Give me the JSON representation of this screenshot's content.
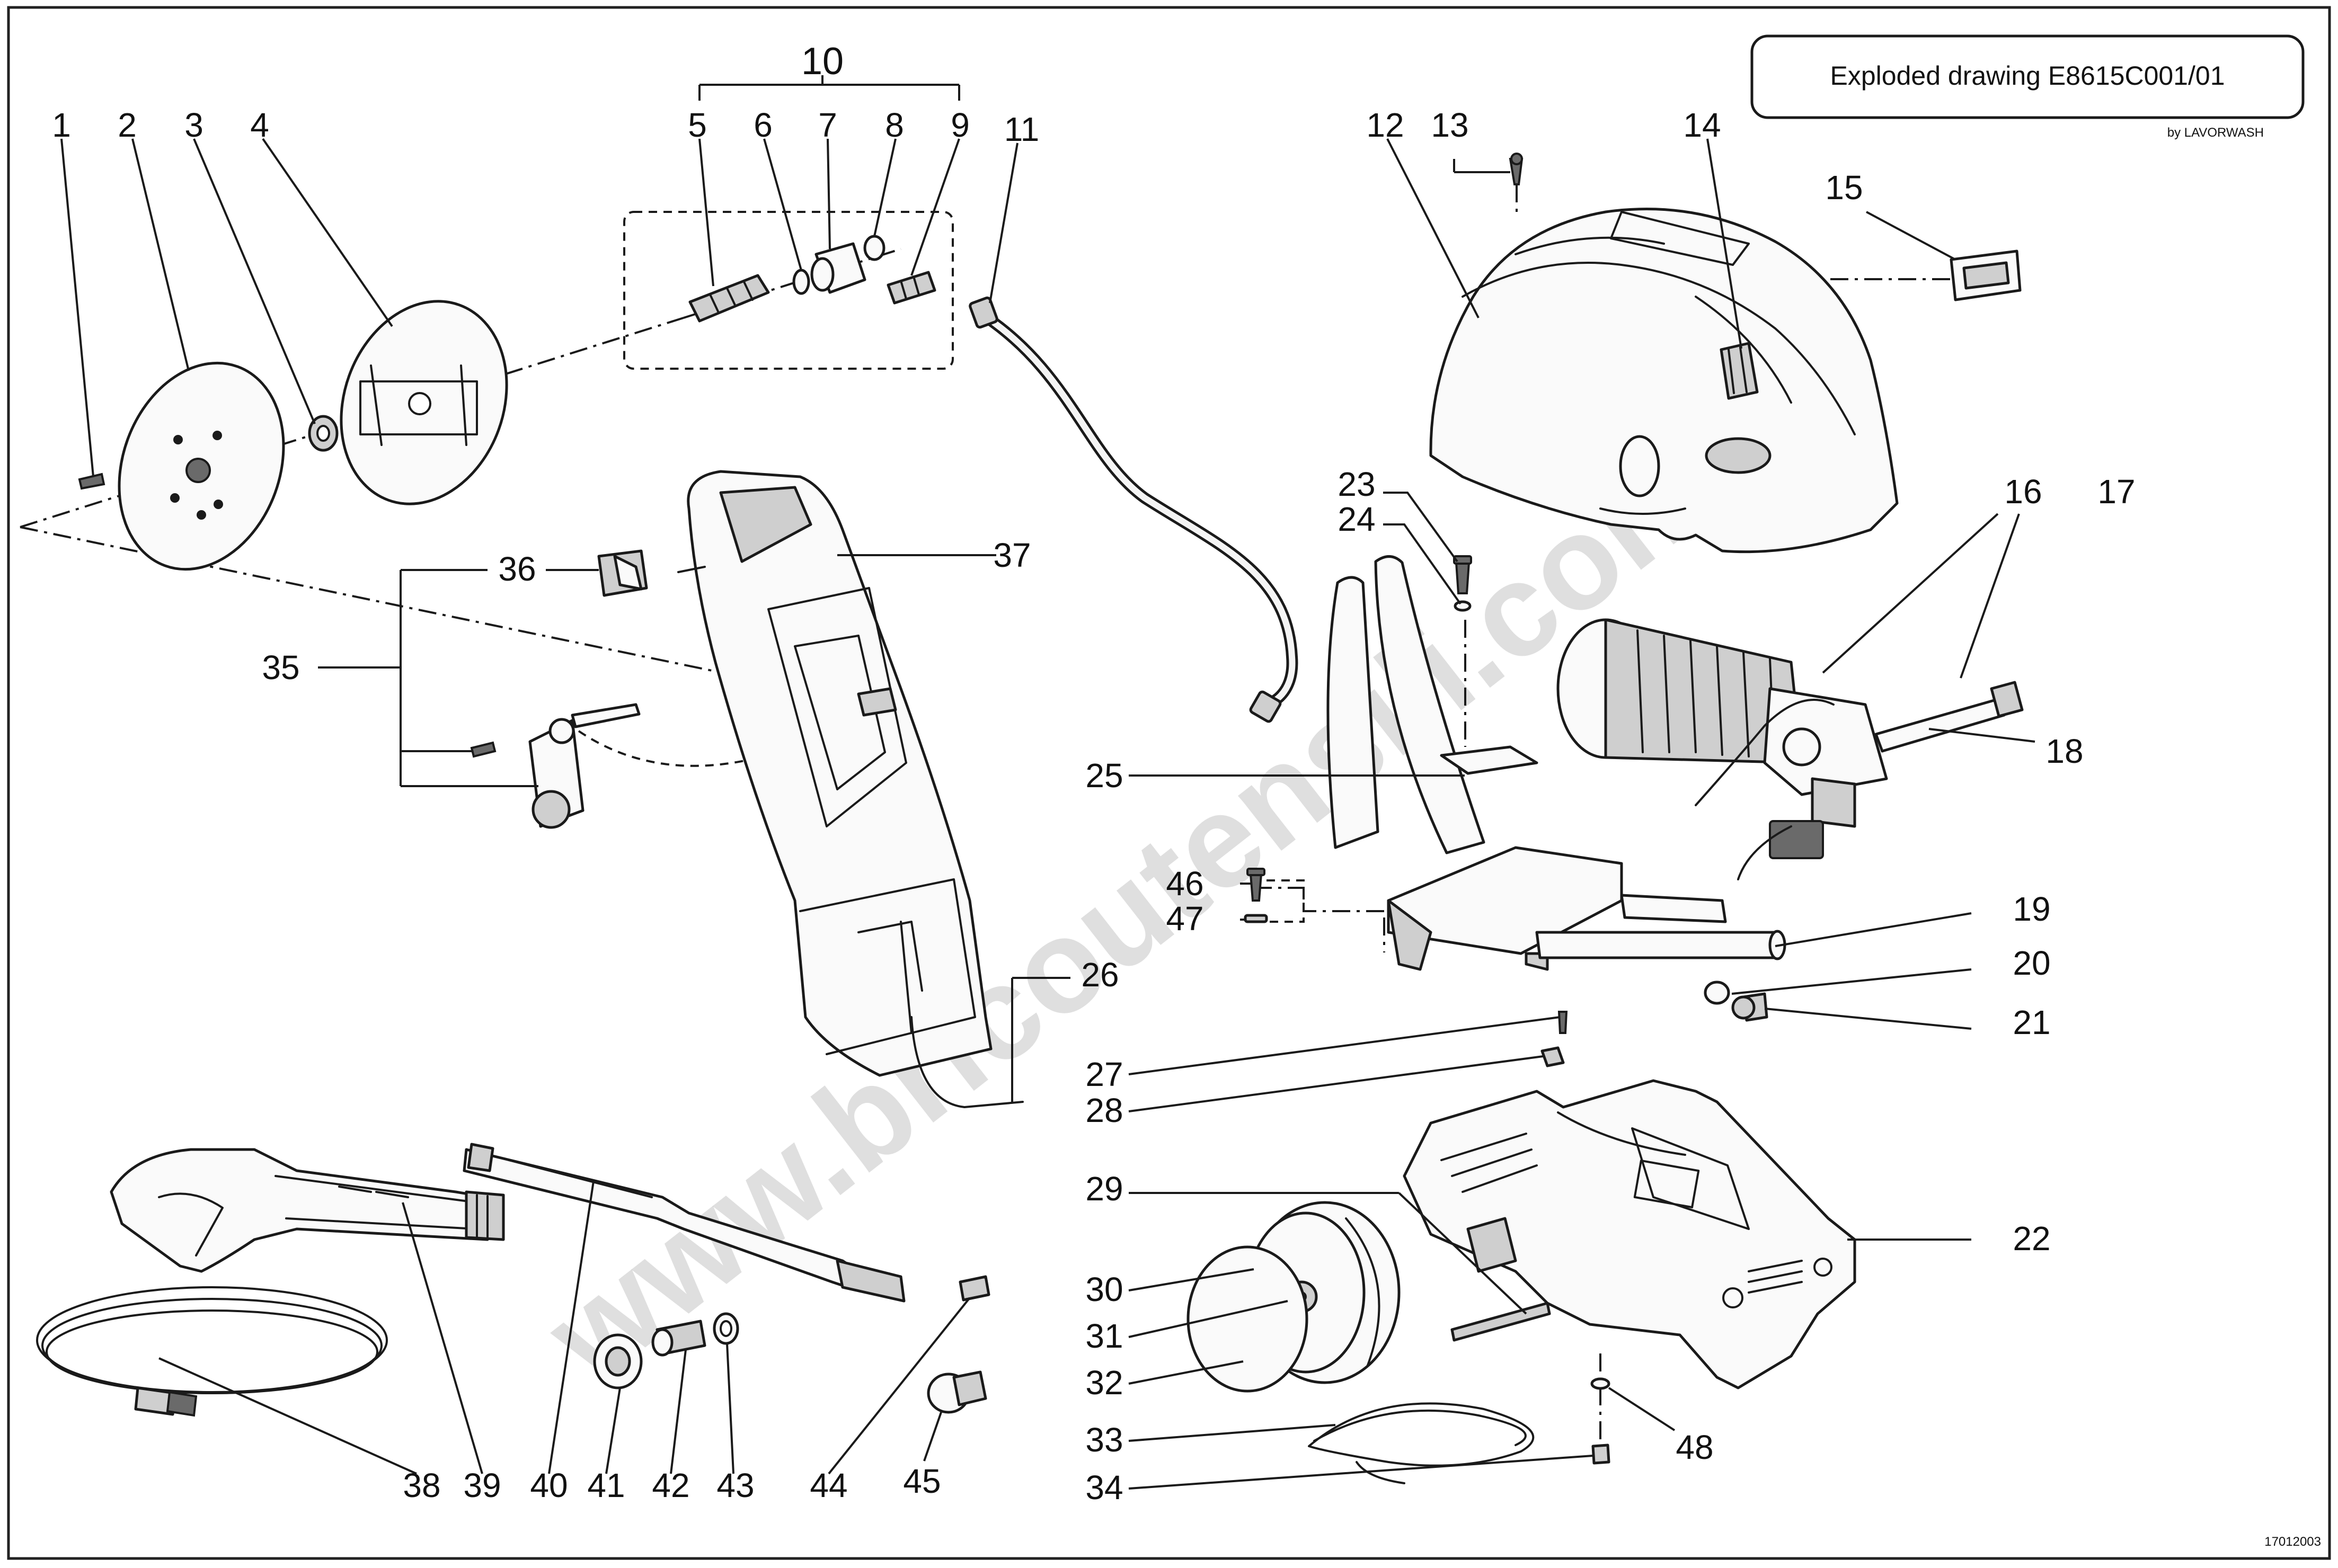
{
  "title_block": {
    "title": "Exploded drawing E8615C001/01",
    "credit": "by LAVORWASH"
  },
  "reference_code": "17012003",
  "watermark": "www.bricoutensili.com",
  "callouts": [
    {
      "id": "1",
      "label": "1"
    },
    {
      "id": "2",
      "label": "2"
    },
    {
      "id": "3",
      "label": "3"
    },
    {
      "id": "4",
      "label": "4"
    },
    {
      "id": "5",
      "label": "5"
    },
    {
      "id": "6",
      "label": "6"
    },
    {
      "id": "7",
      "label": "7"
    },
    {
      "id": "8",
      "label": "8"
    },
    {
      "id": "9",
      "label": "9"
    },
    {
      "id": "10",
      "label": "10"
    },
    {
      "id": "11",
      "label": "11"
    },
    {
      "id": "12",
      "label": "12"
    },
    {
      "id": "13",
      "label": "13"
    },
    {
      "id": "14",
      "label": "14"
    },
    {
      "id": "15",
      "label": "15"
    },
    {
      "id": "16",
      "label": "16"
    },
    {
      "id": "17",
      "label": "17"
    },
    {
      "id": "18",
      "label": "18"
    },
    {
      "id": "19",
      "label": "19"
    },
    {
      "id": "20",
      "label": "20"
    },
    {
      "id": "21",
      "label": "21"
    },
    {
      "id": "22",
      "label": "22"
    },
    {
      "id": "23",
      "label": "23"
    },
    {
      "id": "24",
      "label": "24"
    },
    {
      "id": "25",
      "label": "25"
    },
    {
      "id": "26",
      "label": "26"
    },
    {
      "id": "27",
      "label": "27"
    },
    {
      "id": "28",
      "label": "28"
    },
    {
      "id": "29",
      "label": "29"
    },
    {
      "id": "30",
      "label": "30"
    },
    {
      "id": "31",
      "label": "31"
    },
    {
      "id": "32",
      "label": "32"
    },
    {
      "id": "33",
      "label": "33"
    },
    {
      "id": "34",
      "label": "34"
    },
    {
      "id": "35",
      "label": "35"
    },
    {
      "id": "36",
      "label": "36"
    },
    {
      "id": "37",
      "label": "37"
    },
    {
      "id": "38",
      "label": "38"
    },
    {
      "id": "39",
      "label": "39"
    },
    {
      "id": "40",
      "label": "40"
    },
    {
      "id": "41",
      "label": "41"
    },
    {
      "id": "42",
      "label": "42"
    },
    {
      "id": "43",
      "label": "43"
    },
    {
      "id": "44",
      "label": "44"
    },
    {
      "id": "45",
      "label": "45"
    },
    {
      "id": "46",
      "label": "46"
    },
    {
      "id": "47",
      "label": "47"
    },
    {
      "id": "48",
      "label": "48"
    }
  ]
}
